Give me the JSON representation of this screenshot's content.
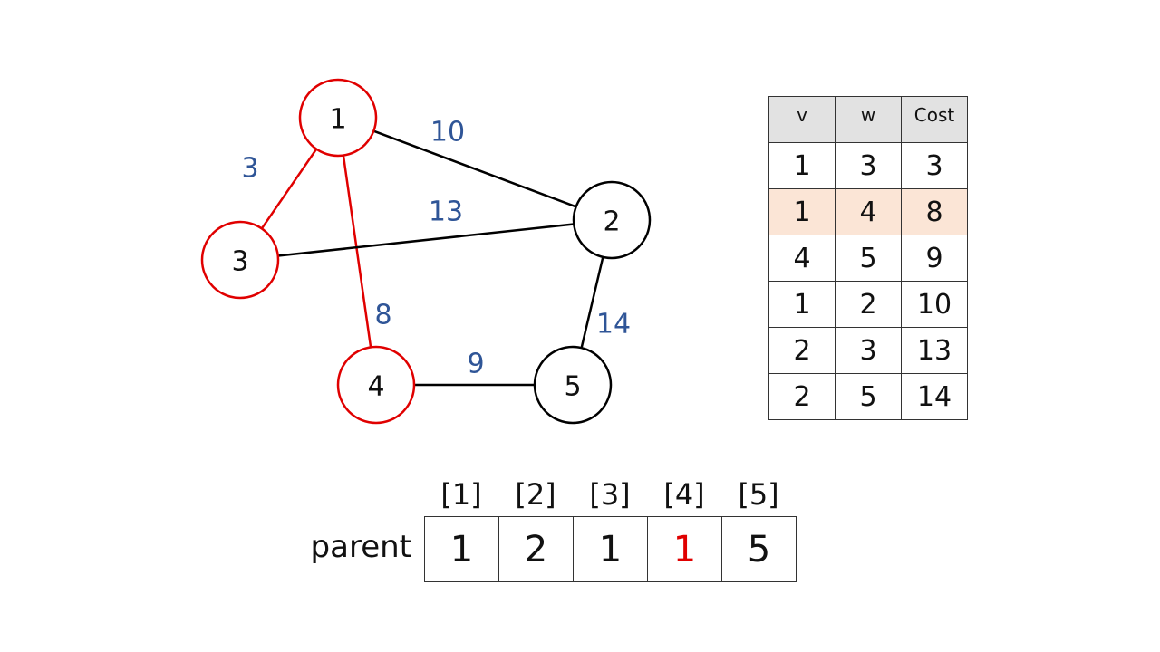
{
  "graph": {
    "nodes": [
      {
        "id": "1",
        "label": "1",
        "in_tree": true
      },
      {
        "id": "2",
        "label": "2",
        "in_tree": false
      },
      {
        "id": "3",
        "label": "3",
        "in_tree": true
      },
      {
        "id": "4",
        "label": "4",
        "in_tree": true
      },
      {
        "id": "5",
        "label": "5",
        "in_tree": false
      }
    ],
    "edges": [
      {
        "from": "1",
        "to": "2",
        "weight": "10",
        "in_tree": false
      },
      {
        "from": "1",
        "to": "3",
        "weight": "3",
        "in_tree": true
      },
      {
        "from": "1",
        "to": "4",
        "weight": "8",
        "in_tree": true
      },
      {
        "from": "3",
        "to": "2",
        "weight": "13",
        "in_tree": false
      },
      {
        "from": "2",
        "to": "5",
        "weight": "14",
        "in_tree": false
      },
      {
        "from": "4",
        "to": "5",
        "weight": "9",
        "in_tree": false
      }
    ],
    "colors": {
      "tree": "#e00000",
      "normal": "#000000",
      "weight": "#2f5597"
    }
  },
  "edge_table": {
    "headers": [
      "v",
      "w",
      "Cost"
    ],
    "rows": [
      {
        "v": "1",
        "w": "3",
        "cost": "3",
        "highlight": false
      },
      {
        "v": "1",
        "w": "4",
        "cost": "8",
        "highlight": true
      },
      {
        "v": "4",
        "w": "5",
        "cost": "9",
        "highlight": false
      },
      {
        "v": "1",
        "w": "2",
        "cost": "10",
        "highlight": false
      },
      {
        "v": "2",
        "w": "3",
        "cost": "13",
        "highlight": false
      },
      {
        "v": "2",
        "w": "5",
        "cost": "14",
        "highlight": false
      }
    ],
    "highlight_color": "#fbe5d6"
  },
  "parent_array": {
    "label": "parent",
    "indices": [
      "[1]",
      "[2]",
      "[3]",
      "[4]",
      "[5]"
    ],
    "values": [
      {
        "value": "1",
        "changed": false
      },
      {
        "value": "2",
        "changed": false
      },
      {
        "value": "1",
        "changed": false
      },
      {
        "value": "1",
        "changed": true
      },
      {
        "value": "5",
        "changed": false
      }
    ]
  }
}
